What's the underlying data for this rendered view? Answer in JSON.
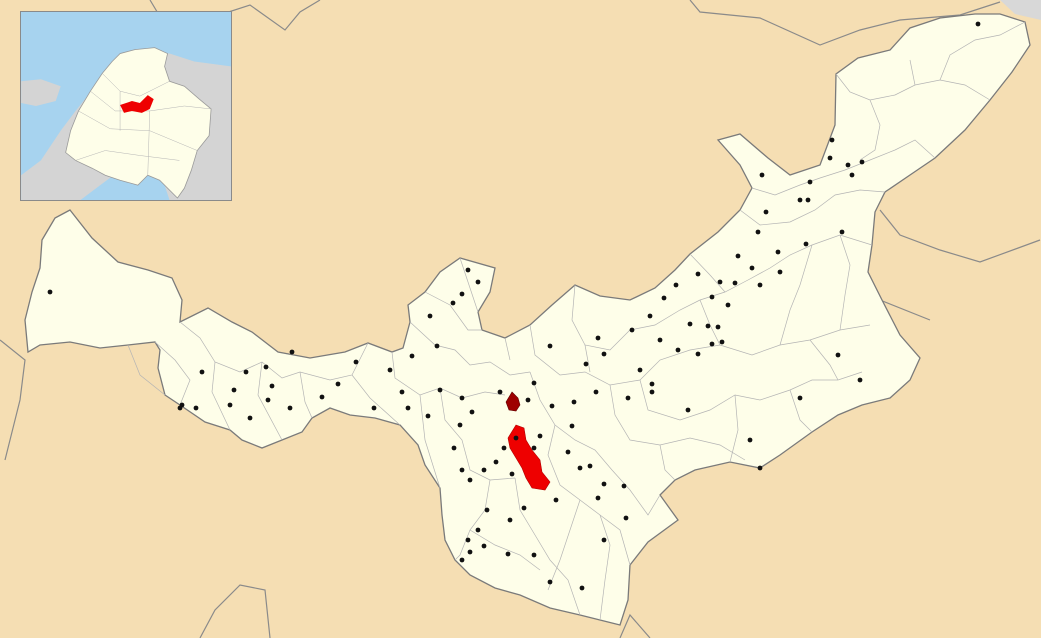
{
  "map": {
    "type": "locator-map",
    "highlighted_region": "red",
    "colors": {
      "land_outside": "#f5deb3",
      "department_fill": "#fefee9",
      "municipal_border": "#b0b0b0",
      "outer_border": "#7a7a7a",
      "highlight": "#ee0000",
      "highlight_dark": "#9e0000",
      "settlement_dot": "#111111",
      "inset_water": "#a7d3ef",
      "inset_neighbor": "#d4d4d4",
      "inset_country": "#fefee9"
    },
    "settlement_markers_visible": true,
    "inset": {
      "visible": true,
      "position": "top-left",
      "water": true
    }
  }
}
